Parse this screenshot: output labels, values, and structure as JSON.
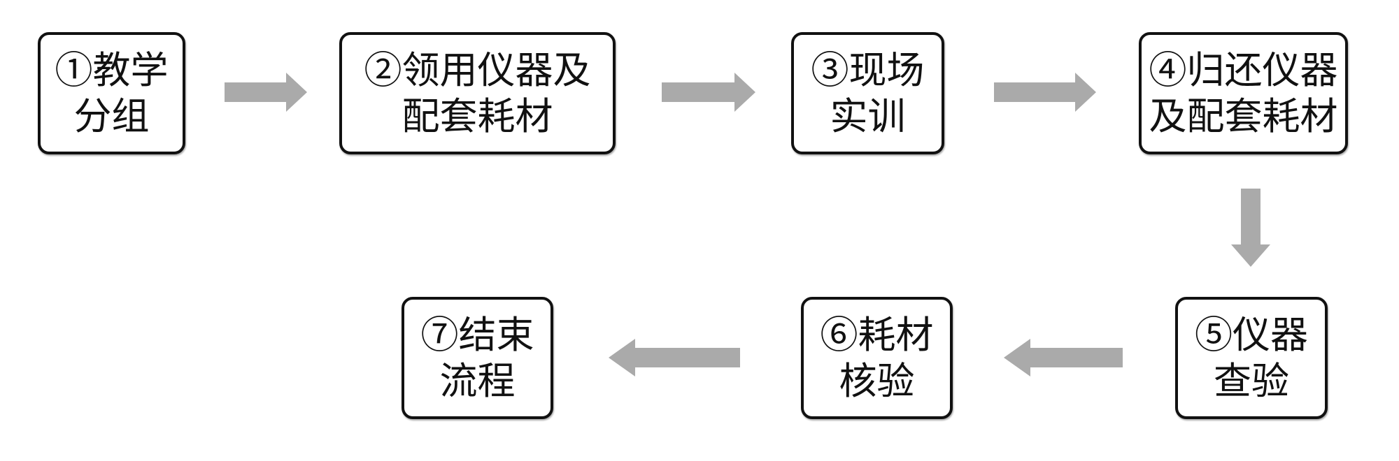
{
  "steps": [
    {
      "line1": "①教学",
      "line2": "分组"
    },
    {
      "line1": "②领用仪器及",
      "line2": "配套耗材"
    },
    {
      "line1": "③现场",
      "line2": "实训"
    },
    {
      "line1": "④归还仪器",
      "line2": "及配套耗材"
    },
    {
      "line1": "⑤仪器",
      "line2": "查验"
    },
    {
      "line1": "⑥耗材",
      "line2": "核验"
    },
    {
      "line1": "⑦结束",
      "line2": "流程"
    }
  ],
  "colors": {
    "arrow": "#aaaaaa",
    "border": "#111111"
  }
}
